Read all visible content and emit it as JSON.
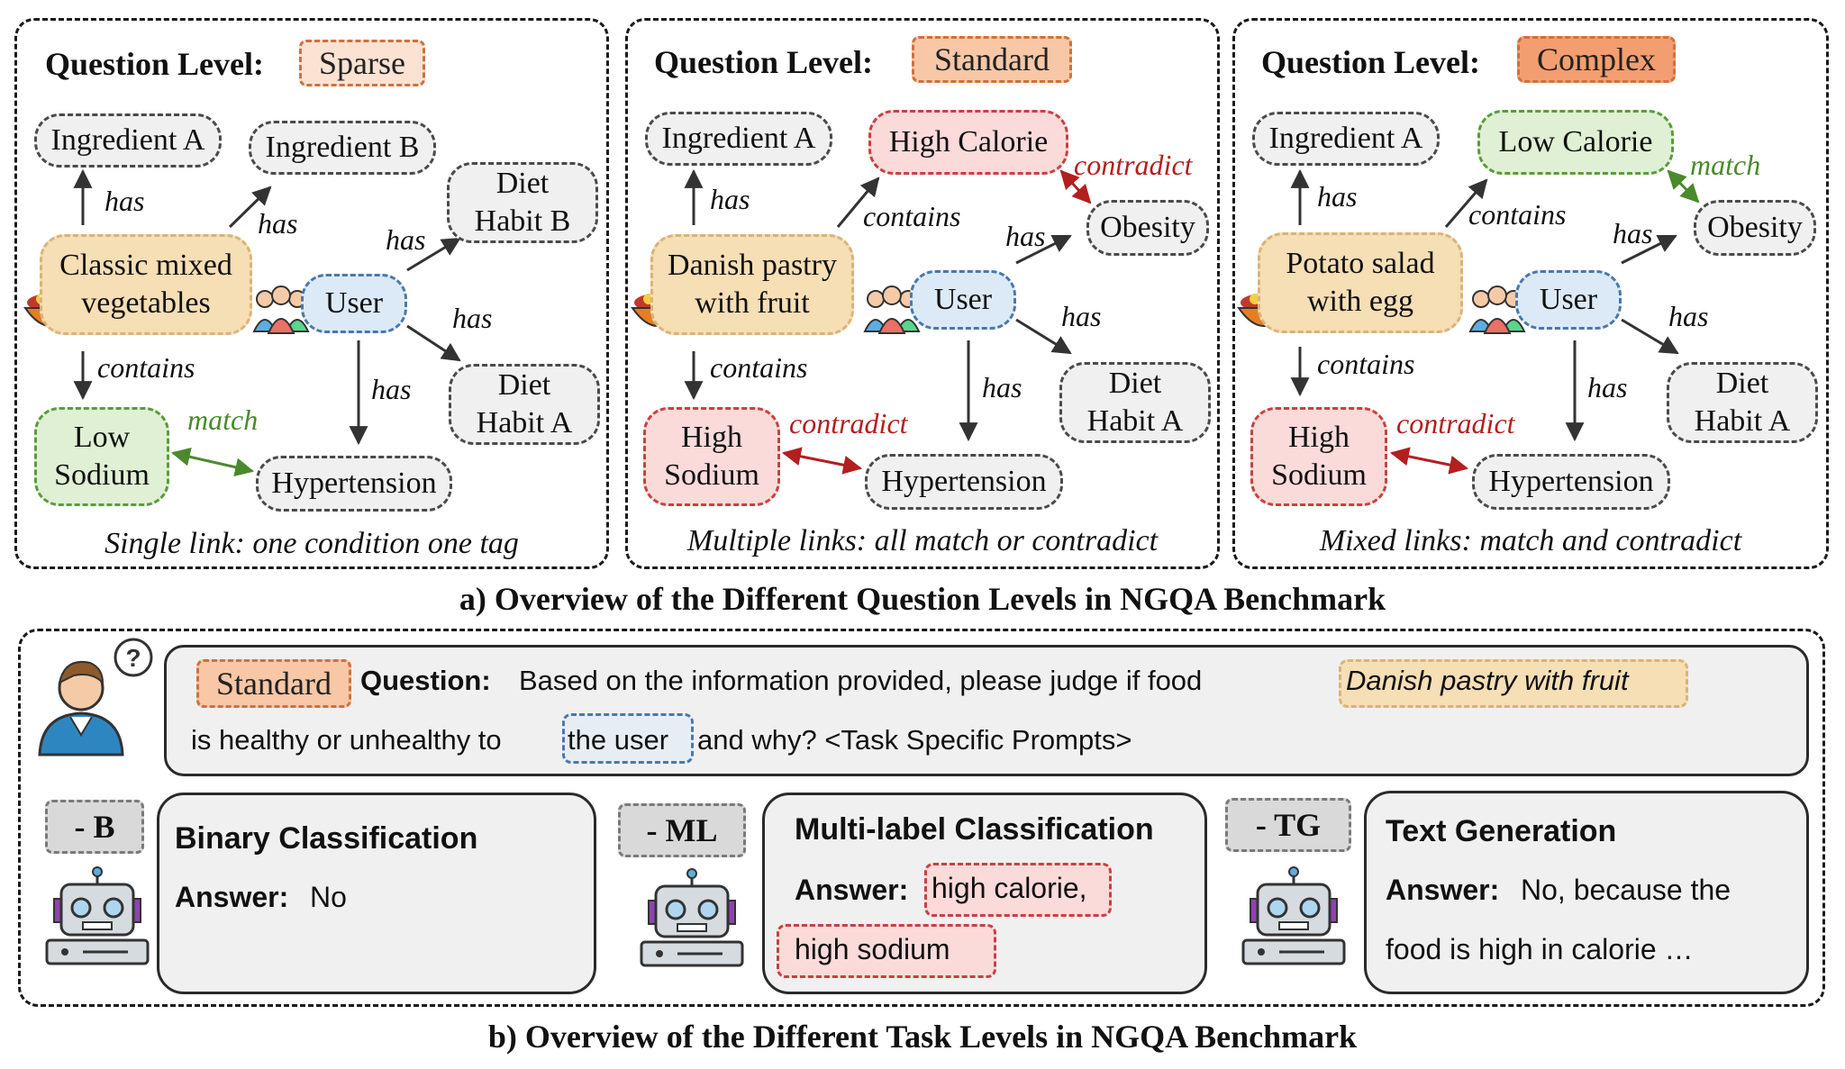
{
  "levels": [
    {
      "title": "Question Level:",
      "tag": "Sparse",
      "nodes": {
        "ingredient_a": "Ingredient A",
        "ingredient_b": "Ingredient B",
        "diet_b": "Diet\nHabit B",
        "food": "Classic mixed\nvegetables",
        "user": "User",
        "diet_a": "Diet\nHabit A",
        "condition_food": "Low\nSodium",
        "condition_user": "Hypertension"
      },
      "edges": {
        "has_ing_a": "has",
        "has_ing_b": "has",
        "has_diet_b": "has",
        "has_diet_a": "has",
        "has_condition": "has",
        "contains": "contains",
        "relation": "match"
      },
      "caption": "Single link: one condition one tag"
    },
    {
      "title": "Question Level:",
      "tag": "Standard",
      "nodes": {
        "ingredient_a": "Ingredient A",
        "tag_food": "High Calorie",
        "tag_user": "Obesity",
        "food": "Danish pastry\nwith fruit",
        "user": "User",
        "diet_a": "Diet\nHabit A",
        "condition_food": "High\nSodium",
        "condition_user": "Hypertension"
      },
      "edges": {
        "has_ing_a": "has",
        "contains_top": "contains",
        "relation_top": "contradict",
        "has_obesity": "has",
        "has_diet_a": "has",
        "has_condition": "has",
        "contains": "contains",
        "relation": "contradict"
      },
      "caption": "Multiple links: all match or contradict"
    },
    {
      "title": "Question Level:",
      "tag": "Complex",
      "nodes": {
        "ingredient_a": "Ingredient A",
        "tag_food": "Low Calorie",
        "tag_user": "Obesity",
        "food": "Potato salad\nwith egg",
        "user": "User",
        "diet_a": "Diet\nHabit A",
        "condition_food": "High\nSodium",
        "condition_user": "Hypertension"
      },
      "edges": {
        "has_ing_a": "has",
        "contains_top": "contains",
        "relation_top": "match",
        "has_obesity": "has",
        "has_diet_a": "has",
        "has_condition": "has",
        "contains": "contains",
        "relation": "contradict"
      },
      "caption": "Mixed links: match and contradict"
    }
  ],
  "section_a": "a) Overview of the Different Question Levels in NGQA Benchmark",
  "question": {
    "tag": "Standard",
    "label": "Question:",
    "line1_prefix": "Based on the information provided, please judge if food",
    "food": "Danish pastry with fruit",
    "line2_prefix": "is healthy or unhealthy to",
    "user": "the user",
    "line2_suffix": "and why? <Task Specific Prompts>"
  },
  "tasks": [
    {
      "code": "- B",
      "title": "Binary Classification",
      "answer_label": "Answer:",
      "answer": "No"
    },
    {
      "code": "- ML",
      "title": "Multi-label Classification",
      "answer_label": "Answer:",
      "answer_tags": [
        "high calorie,",
        "high sodium"
      ]
    },
    {
      "code": "- TG",
      "title": "Text Generation",
      "answer_label": "Answer:",
      "answer_line1": "No, because the",
      "answer_line2": "food is high in calorie …"
    }
  ],
  "section_b": "b) Overview of the Different Task Levels in NGQA Benchmark",
  "colors": {
    "match": "#4a8a2c",
    "contradict": "#b31f1f",
    "food": "#f6deb5",
    "user": "#dceaf7",
    "green_tag": "#dff0d4",
    "red_tag": "#fbdada"
  }
}
